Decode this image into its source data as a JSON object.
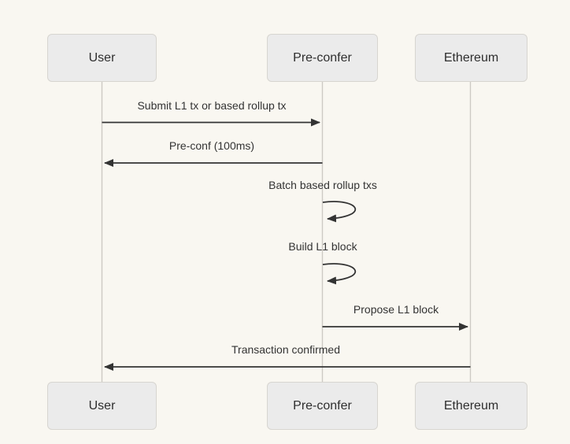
{
  "diagram": {
    "type": "sequence-diagram",
    "colors": {
      "background": "#f9f7f1",
      "actor_fill": "#ebebeb",
      "actor_border": "#d7d5d0",
      "lifeline": "#cdcac4",
      "arrow": "#333333",
      "text": "#2e2e2e"
    },
    "actors": [
      {
        "id": "user",
        "label": "User"
      },
      {
        "id": "preconfer",
        "label": "Pre-confer"
      },
      {
        "id": "ethereum",
        "label": "Ethereum"
      }
    ],
    "messages": [
      {
        "from": "User",
        "to": "Pre-confer",
        "text": "Submit L1 tx or based rollup tx",
        "style": "solid-arrow-right"
      },
      {
        "from": "Pre-confer",
        "to": "User",
        "text": "Pre-conf (100ms)",
        "style": "solid-arrow-left"
      },
      {
        "from": "Pre-confer",
        "to": "Pre-confer",
        "text": "Batch based rollup txs",
        "style": "self-loop"
      },
      {
        "from": "Pre-confer",
        "to": "Pre-confer",
        "text": "Build L1 block",
        "style": "self-loop"
      },
      {
        "from": "Pre-confer",
        "to": "Ethereum",
        "text": "Propose L1 block",
        "style": "solid-arrow-right"
      },
      {
        "from": "Ethereum",
        "to": "User",
        "text": "Transaction confirmed",
        "style": "solid-arrow-left"
      }
    ]
  }
}
